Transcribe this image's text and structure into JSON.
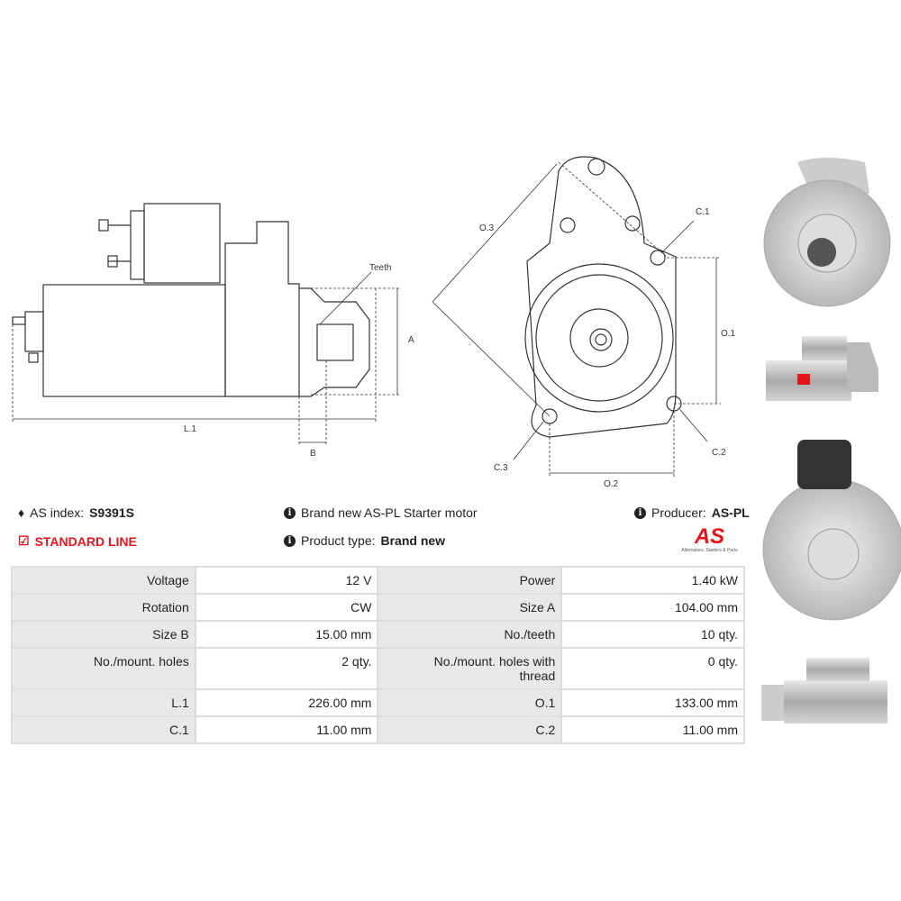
{
  "diagram": {
    "teeth": "Teeth",
    "a": "A",
    "b": "B",
    "l1": "L.1",
    "o1": "O.1",
    "o2": "O.2",
    "o3": "O.3",
    "c1": "C.1",
    "c2": "C.2",
    "c3": "C.3"
  },
  "info": {
    "as_index_label": "AS index:",
    "as_index_value": "S9391S",
    "line": "STANDARD LINE",
    "description": "Brand new AS-PL Starter motor",
    "product_type_label": "Product type:",
    "product_type_value": "Brand new",
    "producer_label": "Producer:",
    "producer_value": "AS-PL",
    "logo_text": "AS",
    "logo_tagline": "Alternators, Starters & Parts"
  },
  "accent": "#e3171b",
  "specs": [
    {
      "l1": "Voltage",
      "v1": "12 V",
      "l2": "Power",
      "v2": "1.40 kW"
    },
    {
      "l1": "Rotation",
      "v1": "CW",
      "l2": "Size A",
      "v2": "104.00 mm"
    },
    {
      "l1": "Size B",
      "v1": "15.00 mm",
      "l2": "No./teeth",
      "v2": "10 qty."
    },
    {
      "l1": "No./mount. holes",
      "v1": "2 qty.",
      "l2": "No./mount. holes with thread",
      "v2": "0 qty."
    },
    {
      "l1": "L.1",
      "v1": "226.00 mm",
      "l2": "O.1",
      "v2": "133.00 mm"
    },
    {
      "l1": "C.1",
      "v1": "11.00 mm",
      "l2": "C.2",
      "v2": "11.00 mm"
    }
  ]
}
